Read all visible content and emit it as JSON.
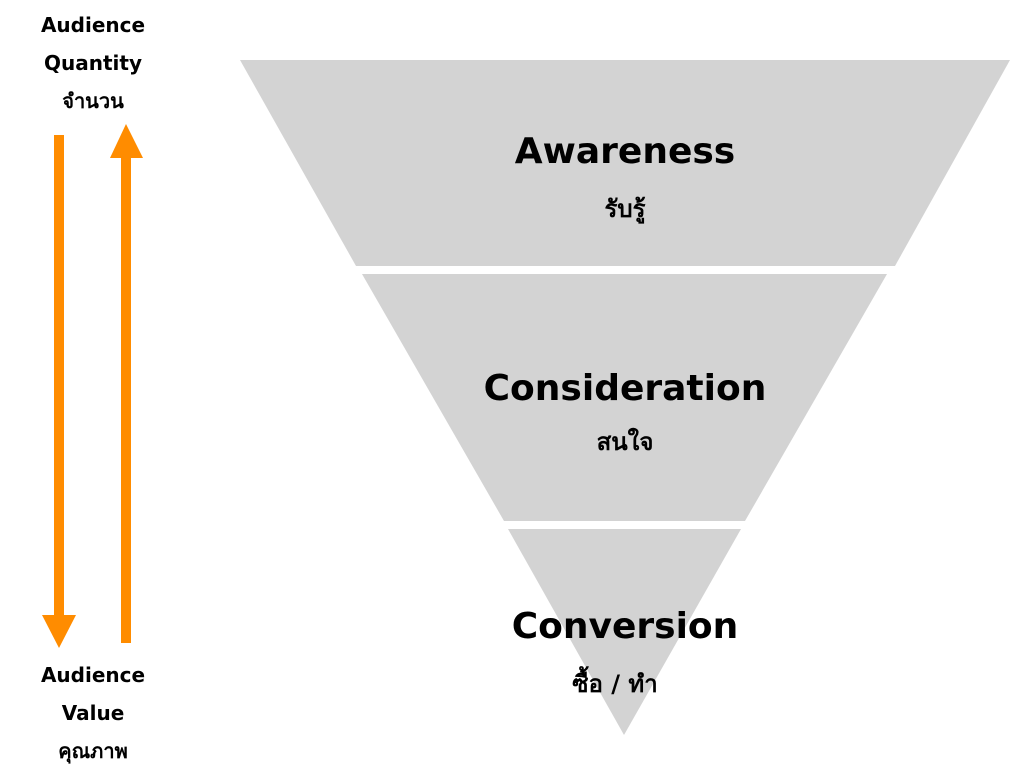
{
  "top_label": {
    "line1": "Audience",
    "line2": "Quantity",
    "line3": "จำนวน"
  },
  "bottom_label": {
    "line1": "Audience",
    "line2": "Value",
    "line3": "คุณภาพ"
  },
  "stages": [
    {
      "title": "Awareness",
      "subtitle": "รับรู้"
    },
    {
      "title": "Consideration",
      "subtitle": "สนใจ"
    },
    {
      "title": "Conversion",
      "subtitle": "ซื้อ / ทำ"
    }
  ],
  "colors": {
    "funnel_fill": "#d3d3d3",
    "arrow": "#ff8c00",
    "text": "#000000",
    "background": "#ffffff"
  }
}
